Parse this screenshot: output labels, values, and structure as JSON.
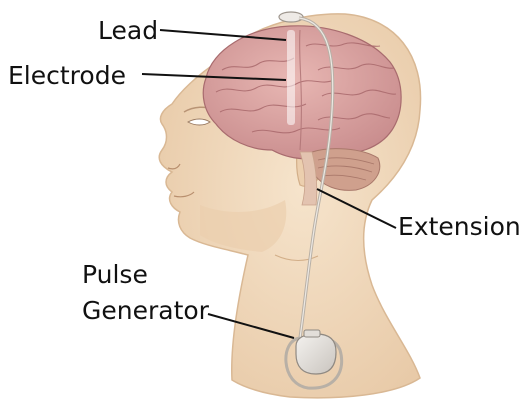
{
  "labels": {
    "lead": "Lead",
    "electrode": "Electrode",
    "extension": "Extension",
    "pulse_generator_line1": "Pulse",
    "pulse_generator_line2": "Generator"
  },
  "colors": {
    "skin": "#f3dcbf",
    "skin_shadow": "#e6c7a3",
    "brain": "#d9a0a0",
    "brain_dark": "#b97a7c",
    "cerebellum": "#c99a86",
    "wire": "#b8b0a6",
    "device": "#e9e6e2",
    "text": "#111111"
  }
}
